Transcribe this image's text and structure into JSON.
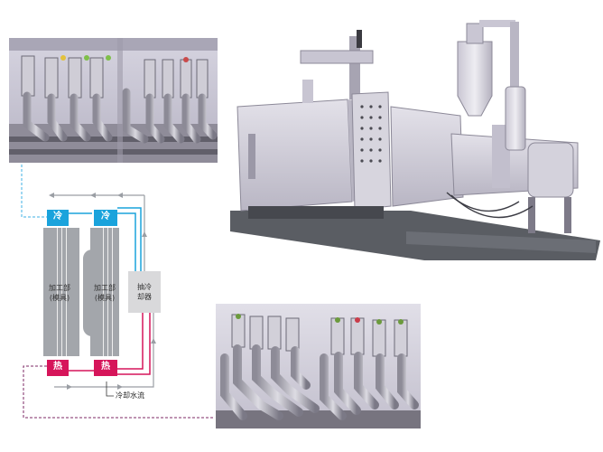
{
  "diagram": {
    "cold_label": "冷",
    "hot_label": "热",
    "die_label_line1": "加工部",
    "die_label_line2": "(模具)",
    "cooler_line1": "抽冷",
    "cooler_line2": "却器",
    "flow_caption": "冷却水流"
  },
  "colors": {
    "cold": "#1aa3dc",
    "hot": "#d6155a",
    "die": "#a3a6ab",
    "gray_line": "#9a9ea4",
    "dashed_link": "#7c2a64",
    "blue_link": "#3fb0e4"
  }
}
